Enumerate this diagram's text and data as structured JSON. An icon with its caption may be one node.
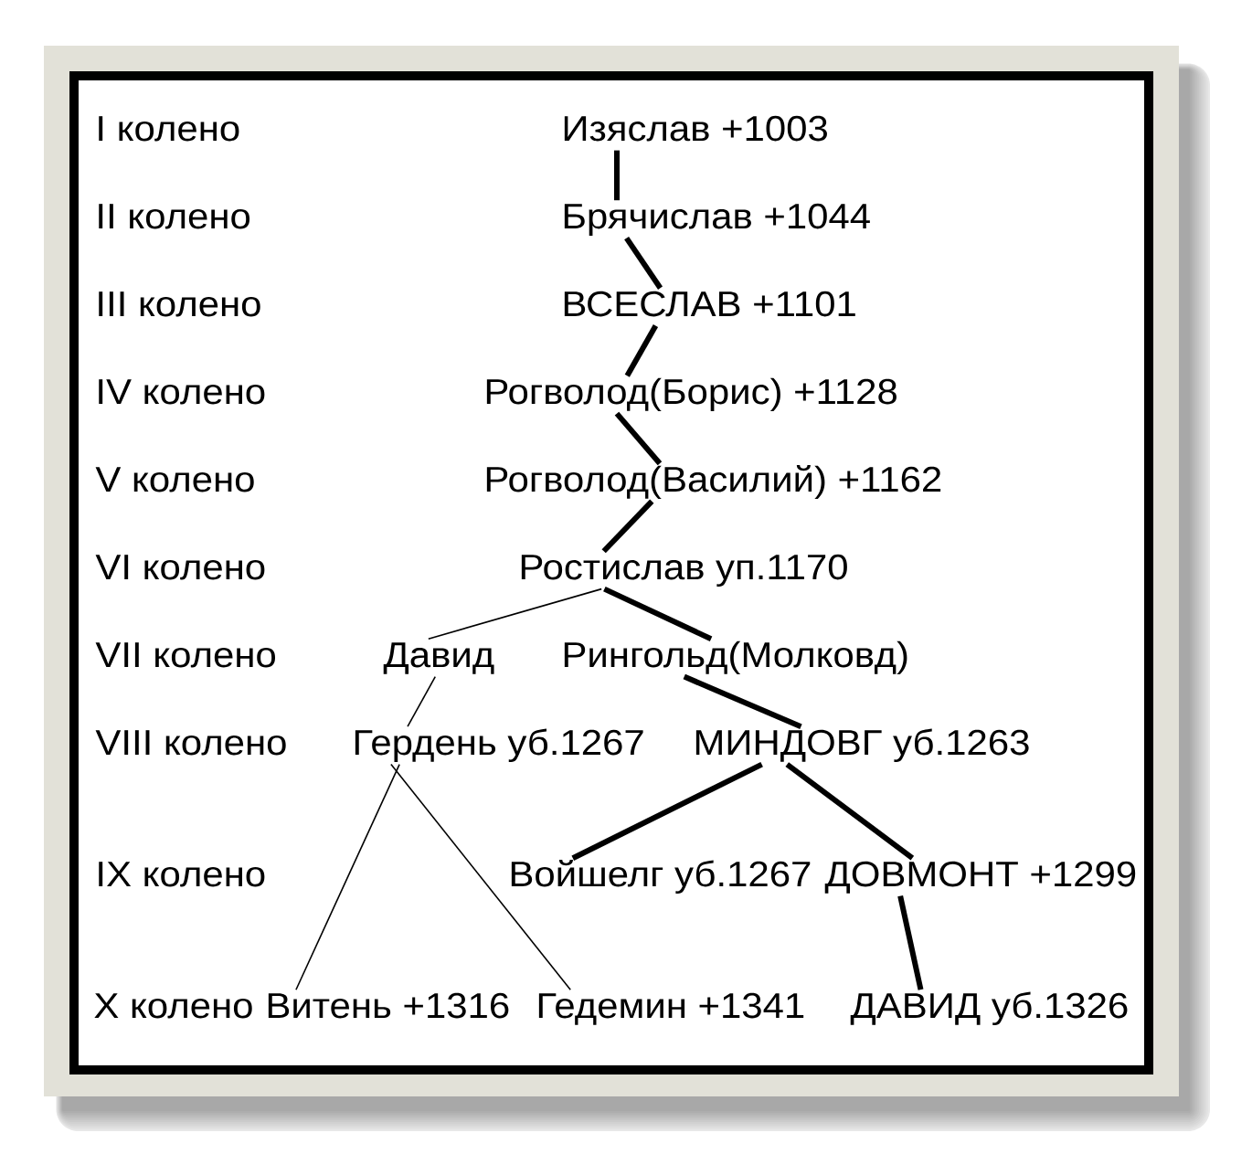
{
  "diagram": {
    "nodes": [
      {
        "text": [
          "Изяслав +1003"
        ]
      },
      {
        "text": [
          "Брячислав +1044"
        ]
      },
      {
        "text": [
          "ВСЕСЛАВ +1101"
        ]
      },
      {
        "text": [
          "Рогволод(Борис) +1128"
        ]
      },
      {
        "text": [
          "Рогволод(Василий) +1162"
        ]
      },
      {
        "text": [
          "Ростислав уп.1170"
        ]
      },
      {
        "text": [
          "Давид"
        ]
      },
      {
        "text": [
          "Рингольд(Молковд)"
        ]
      },
      {
        "text": [
          "Гердень уб.1267"
        ]
      },
      {
        "text": [
          "МИНДОВГ уб.1263"
        ]
      },
      {
        "text": [
          "Войшелг уб.1267"
        ]
      },
      {
        "text": [
          "ДОВМОНТ +1299"
        ]
      },
      {
        "text": [
          "Витень +1316"
        ]
      },
      {
        "text": [
          "Гедемин +1341"
        ]
      },
      {
        "text": [
          "ДАВИД уб.1326"
        ]
      }
    ],
    "edges": [
      {
        "from": 0,
        "to": 1,
        "arrow": "none"
      },
      {
        "from": 1,
        "to": 2,
        "arrow": "none"
      },
      {
        "from": 2,
        "to": 3,
        "arrow": "none"
      },
      {
        "from": 3,
        "to": 4,
        "arrow": "none"
      },
      {
        "from": 4,
        "to": 5,
        "arrow": "none"
      },
      {
        "from": 5,
        "to": 6,
        "arrow": "none"
      },
      {
        "from": 5,
        "to": 7,
        "arrow": "none"
      },
      {
        "from": 6,
        "to": 8,
        "arrow": "none"
      },
      {
        "from": 7,
        "to": 9,
        "arrow": "none"
      },
      {
        "from": 8,
        "to": 12,
        "arrow": "none"
      },
      {
        "from": 8,
        "to": 13,
        "arrow": "none"
      },
      {
        "from": 9,
        "to": 10,
        "arrow": "none"
      },
      {
        "from": 9,
        "to": 11,
        "arrow": "none"
      },
      {
        "from": 11,
        "to": 14,
        "arrow": "none"
      }
    ],
    "labels": [
      "I колено",
      "II колено",
      "III колено",
      "IV колено",
      "V колено",
      "VI колено",
      "VII колено",
      "VIII колено",
      "IX колено",
      "X колено"
    ]
  }
}
